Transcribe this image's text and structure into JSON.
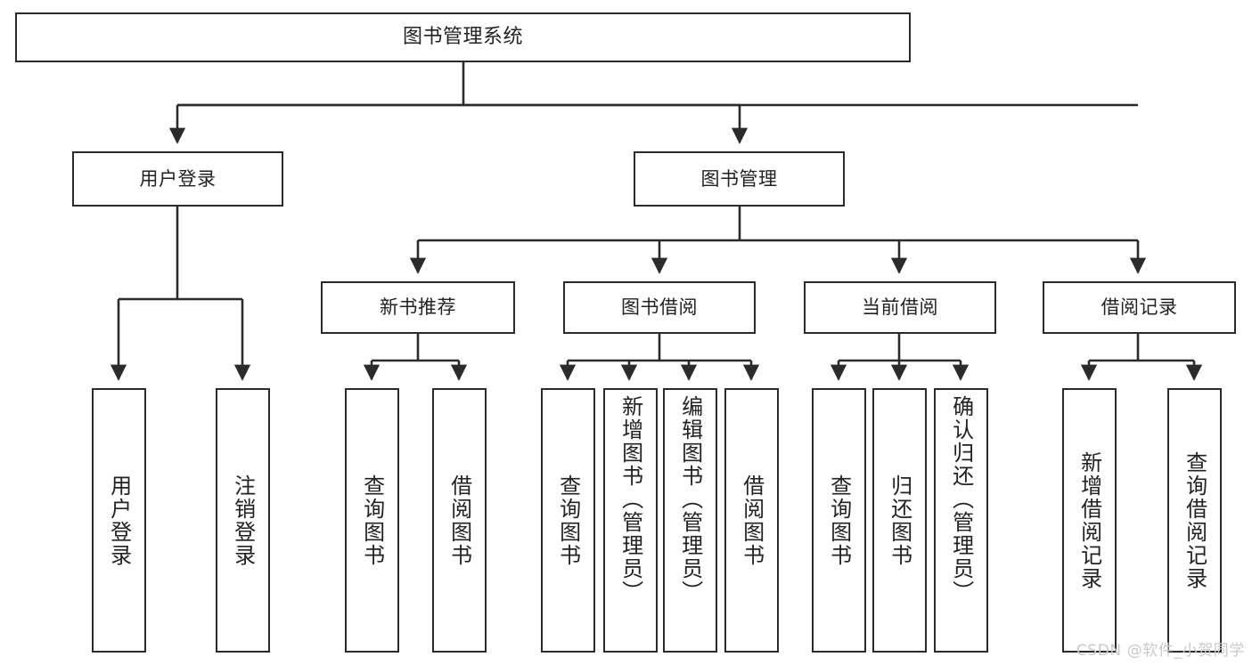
{
  "diagram": {
    "type": "tree",
    "title": "图书管理系统",
    "orientation": "top-down",
    "watermark": "CSDN @软件_小贺同学",
    "colors": {
      "box_border": "#2b2b2b",
      "box_fill": "#ffffff",
      "connector": "#2b2b2b",
      "text": "#222222",
      "watermark": "#c9c9c9",
      "background": "#ffffff"
    },
    "levels": {
      "root": "图书管理系统",
      "level2": [
        "用户登录",
        "图书管理"
      ],
      "level3": [
        "新书推荐",
        "图书借阅",
        "当前借阅",
        "借阅记录"
      ]
    }
  },
  "nodes": {
    "root": {
      "label": "图书管理系统"
    },
    "user_login": {
      "label": "用户登录"
    },
    "book_manage": {
      "label": "图书管理"
    },
    "new_book_rec": {
      "label": "新书推荐"
    },
    "book_borrow": {
      "label": "图书借阅"
    },
    "current_borrow": {
      "label": "当前借阅"
    },
    "borrow_record": {
      "label": "借阅记录"
    },
    "leaf_user_login": {
      "label": "用户登录"
    },
    "leaf_user_logout": {
      "label": "注销登录"
    },
    "leaf_rec_query": {
      "label": "查询图书"
    },
    "leaf_rec_borrow": {
      "label": "借阅图书"
    },
    "leaf_borrow_query": {
      "label": "查询图书"
    },
    "leaf_borrow_add": {
      "label": "新增图书（管理员）"
    },
    "leaf_borrow_edit": {
      "label": "编辑图书（管理员）"
    },
    "leaf_borrow_do": {
      "label": "借阅图书"
    },
    "leaf_cur_query": {
      "label": "查询图书"
    },
    "leaf_cur_return": {
      "label": "归还图书"
    },
    "leaf_cur_confirm": {
      "label": "确认归还（管理员）"
    },
    "leaf_rec_add": {
      "label": "新增借阅记录"
    },
    "leaf_rec_search": {
      "label": "查询借阅记录"
    }
  },
  "edges": [
    {
      "from": "root",
      "to": "用户登录"
    },
    {
      "from": "root",
      "to": "图书管理"
    },
    {
      "from": "用户登录",
      "to": "用户登录(叶)"
    },
    {
      "from": "用户登录",
      "to": "注销登录"
    },
    {
      "from": "图书管理",
      "to": "新书推荐"
    },
    {
      "from": "图书管理",
      "to": "图书借阅"
    },
    {
      "from": "图书管理",
      "to": "当前借阅"
    },
    {
      "from": "图书管理",
      "to": "借阅记录"
    },
    {
      "from": "新书推荐",
      "to": "查询图书"
    },
    {
      "from": "新书推荐",
      "to": "借阅图书"
    },
    {
      "from": "图书借阅",
      "to": "查询图书"
    },
    {
      "from": "图书借阅",
      "to": "新增图书（管理员）"
    },
    {
      "from": "图书借阅",
      "to": "编辑图书（管理员）"
    },
    {
      "from": "图书借阅",
      "to": "借阅图书"
    },
    {
      "from": "当前借阅",
      "to": "查询图书"
    },
    {
      "from": "当前借阅",
      "to": "归还图书"
    },
    {
      "from": "当前借阅",
      "to": "确认归还（管理员）"
    },
    {
      "from": "借阅记录",
      "to": "新增借阅记录"
    },
    {
      "from": "借阅记录",
      "to": "查询借阅记录"
    }
  ]
}
